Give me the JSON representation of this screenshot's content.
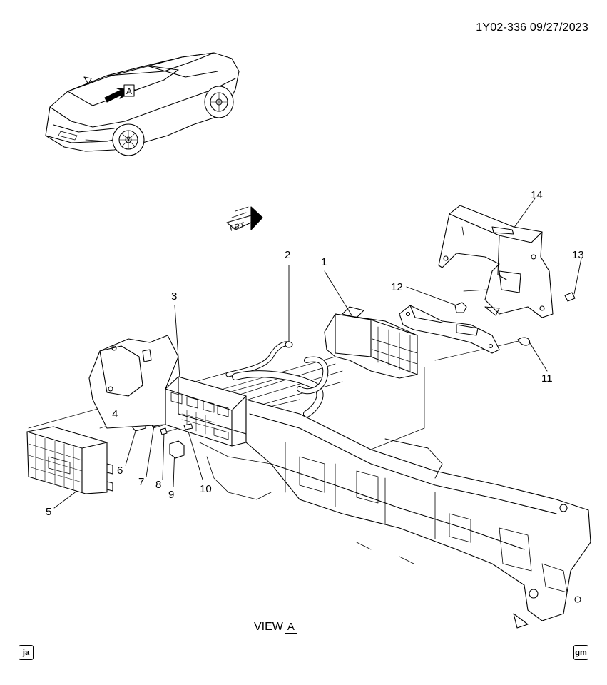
{
  "document": {
    "id_date": "1Y02-336  09/27/2023",
    "view_label": "VIEW",
    "view_letter": "A",
    "vehicle_arrow_letter": "A",
    "frt_label": "FRT",
    "corner_left": "ja",
    "corner_right": "gm"
  },
  "callouts": [
    {
      "id": "1",
      "label": "1"
    },
    {
      "id": "2",
      "label": "2"
    },
    {
      "id": "3",
      "label": "3"
    },
    {
      "id": "4",
      "label": "4"
    },
    {
      "id": "5",
      "label": "5"
    },
    {
      "id": "6",
      "label": "6"
    },
    {
      "id": "7",
      "label": "7"
    },
    {
      "id": "8",
      "label": "8"
    },
    {
      "id": "9",
      "label": "9"
    },
    {
      "id": "10",
      "label": "10"
    },
    {
      "id": "11",
      "label": "11"
    },
    {
      "id": "12",
      "label": "12"
    },
    {
      "id": "13",
      "label": "13"
    },
    {
      "id": "14",
      "label": "14"
    }
  ]
}
